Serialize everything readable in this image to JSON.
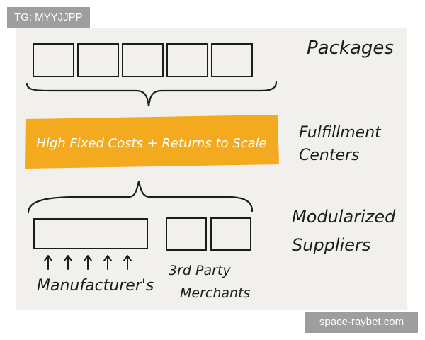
{
  "watermark_top": {
    "text": "TG: MYYJJPP",
    "bg": "#9e9e9e",
    "fg": "#ffffff"
  },
  "watermark_bottom": {
    "text": "space-raybet.com",
    "bg": "#9e9e9e",
    "fg": "#ffffff"
  },
  "colors": {
    "paper": "#f1f0ec",
    "ink": "#1c1c1c",
    "bar": "#f4aa1e",
    "bar_text": "#ffffff"
  },
  "labels": {
    "packages": "Packages",
    "fulfillment_line1": "Fulfillment",
    "fulfillment_line2": "Centers",
    "bar_text": "High Fixed Costs + Returns to Scale",
    "suppliers_line1": "Modularized",
    "suppliers_line2": "Suppliers",
    "manufacturers": "Manufacturer's",
    "merchants_line1": "3rd Party",
    "merchants_line2": "Merchants"
  },
  "counts": {
    "packages": 5,
    "supplier_boxes": 2,
    "arrows": 5
  }
}
